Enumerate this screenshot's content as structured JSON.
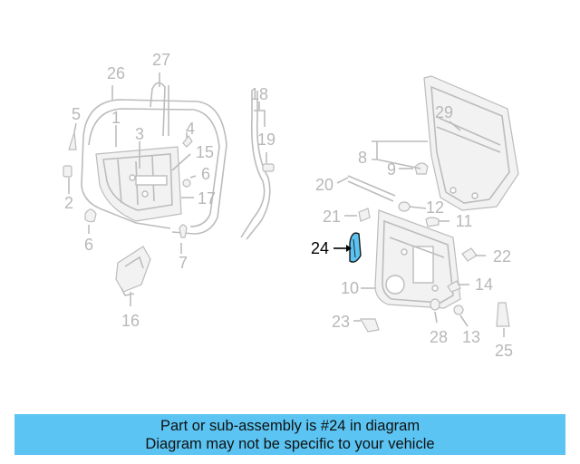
{
  "diagram": {
    "callouts": [
      "1",
      "2",
      "3",
      "4",
      "5",
      "6",
      "6",
      "7",
      "8",
      "9",
      "10",
      "11",
      "12",
      "13",
      "14",
      "15",
      "16",
      "17",
      "18",
      "19",
      "20",
      "21",
      "22",
      "23",
      "25",
      "26",
      "27",
      "28",
      "29"
    ],
    "highlighted_callout": "24",
    "highlight_color": "#5bc4f2"
  },
  "banner": {
    "line1": "Part or sub-assembly is #24 in diagram",
    "line2": "Diagram may not be specific to your vehicle",
    "background": "#5bc4f2"
  }
}
